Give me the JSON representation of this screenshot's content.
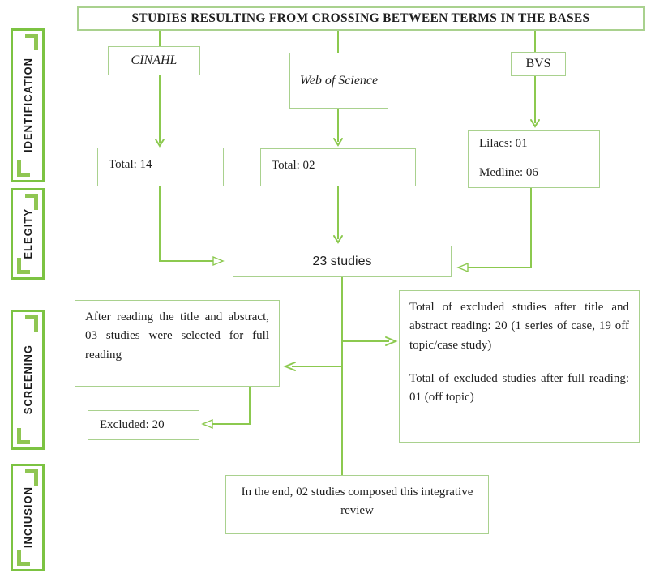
{
  "title": "STUDIES RESULTING FROM CROSSING BETWEEN TERMS IN THE BASES",
  "stages": {
    "identification": "IDENTIFICATION",
    "elegity": "ELEGITY",
    "screening": "SCREENING",
    "inclusion": "INCIUSION"
  },
  "sources": {
    "cinahl": "CINAHL",
    "wos": "Web of Science",
    "bvs": "BVS"
  },
  "identification_results": {
    "cinahl_total": "Total: 14",
    "wos_total": "Total: 02",
    "bvs_lilacs": "Lilacs: 01",
    "bvs_medline": "Medline: 06"
  },
  "elegity": {
    "pooled": "23 studies"
  },
  "screening": {
    "selected": "After reading the title and abstract, 03 studies were selected for full reading",
    "excluded_label": "Excluded: 20",
    "excluded_detail_1": "Total of excluded studies after title and abstract reading: 20 (1 series of case, 19 off topic/case study)",
    "excluded_detail_2": "Total of excluded studies after full reading: 01 (off topic)"
  },
  "inclusion": {
    "final": "In the end, 02 studies composed this integrative review"
  },
  "colors": {
    "arrow": "#8cc94f",
    "box_border": "#a9d18e",
    "sidebar_border": "#7cc342",
    "bracket": "#8fc652",
    "text": "#1f1f1f"
  }
}
